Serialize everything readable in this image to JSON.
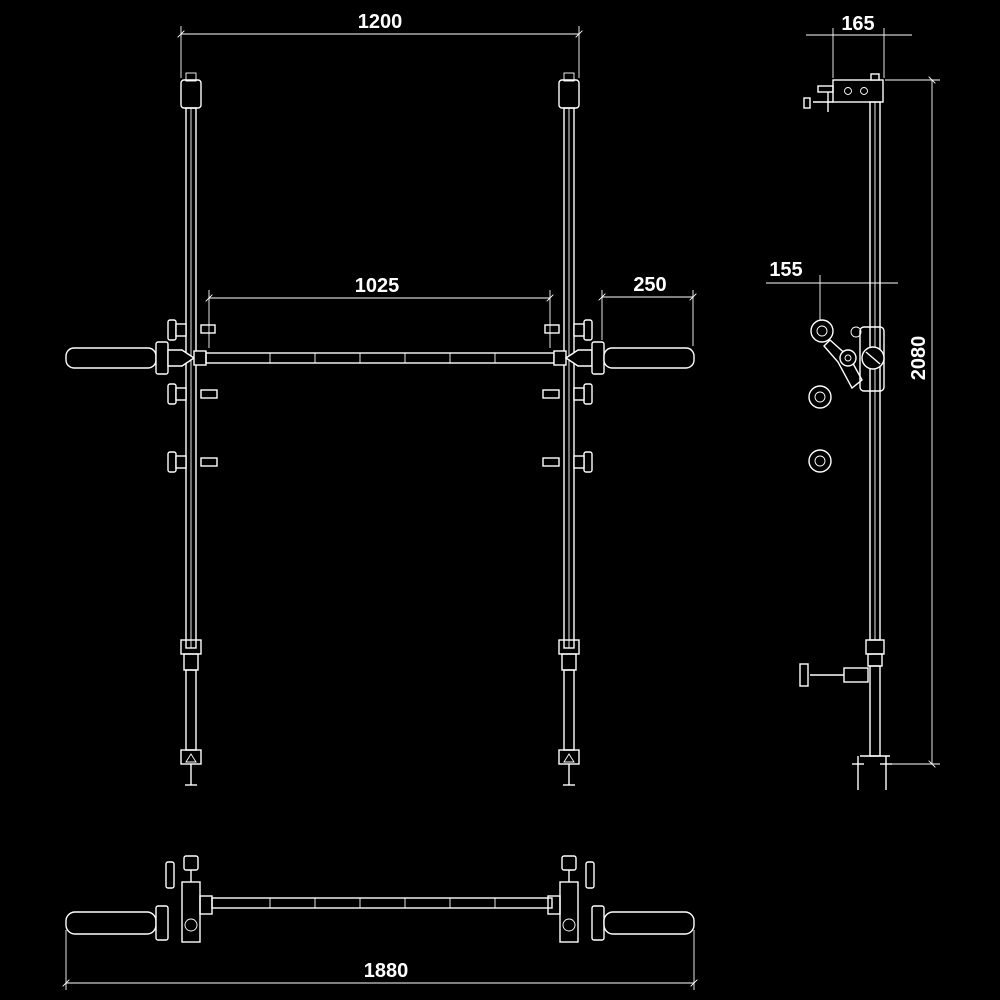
{
  "dimensions": {
    "front_width": "1200",
    "bar_inner_length": "1025",
    "bar_sleeve_length": "250",
    "side_depth": "165",
    "side_hook_offset": "155",
    "side_height": "2080",
    "top_bar_length": "1880"
  }
}
